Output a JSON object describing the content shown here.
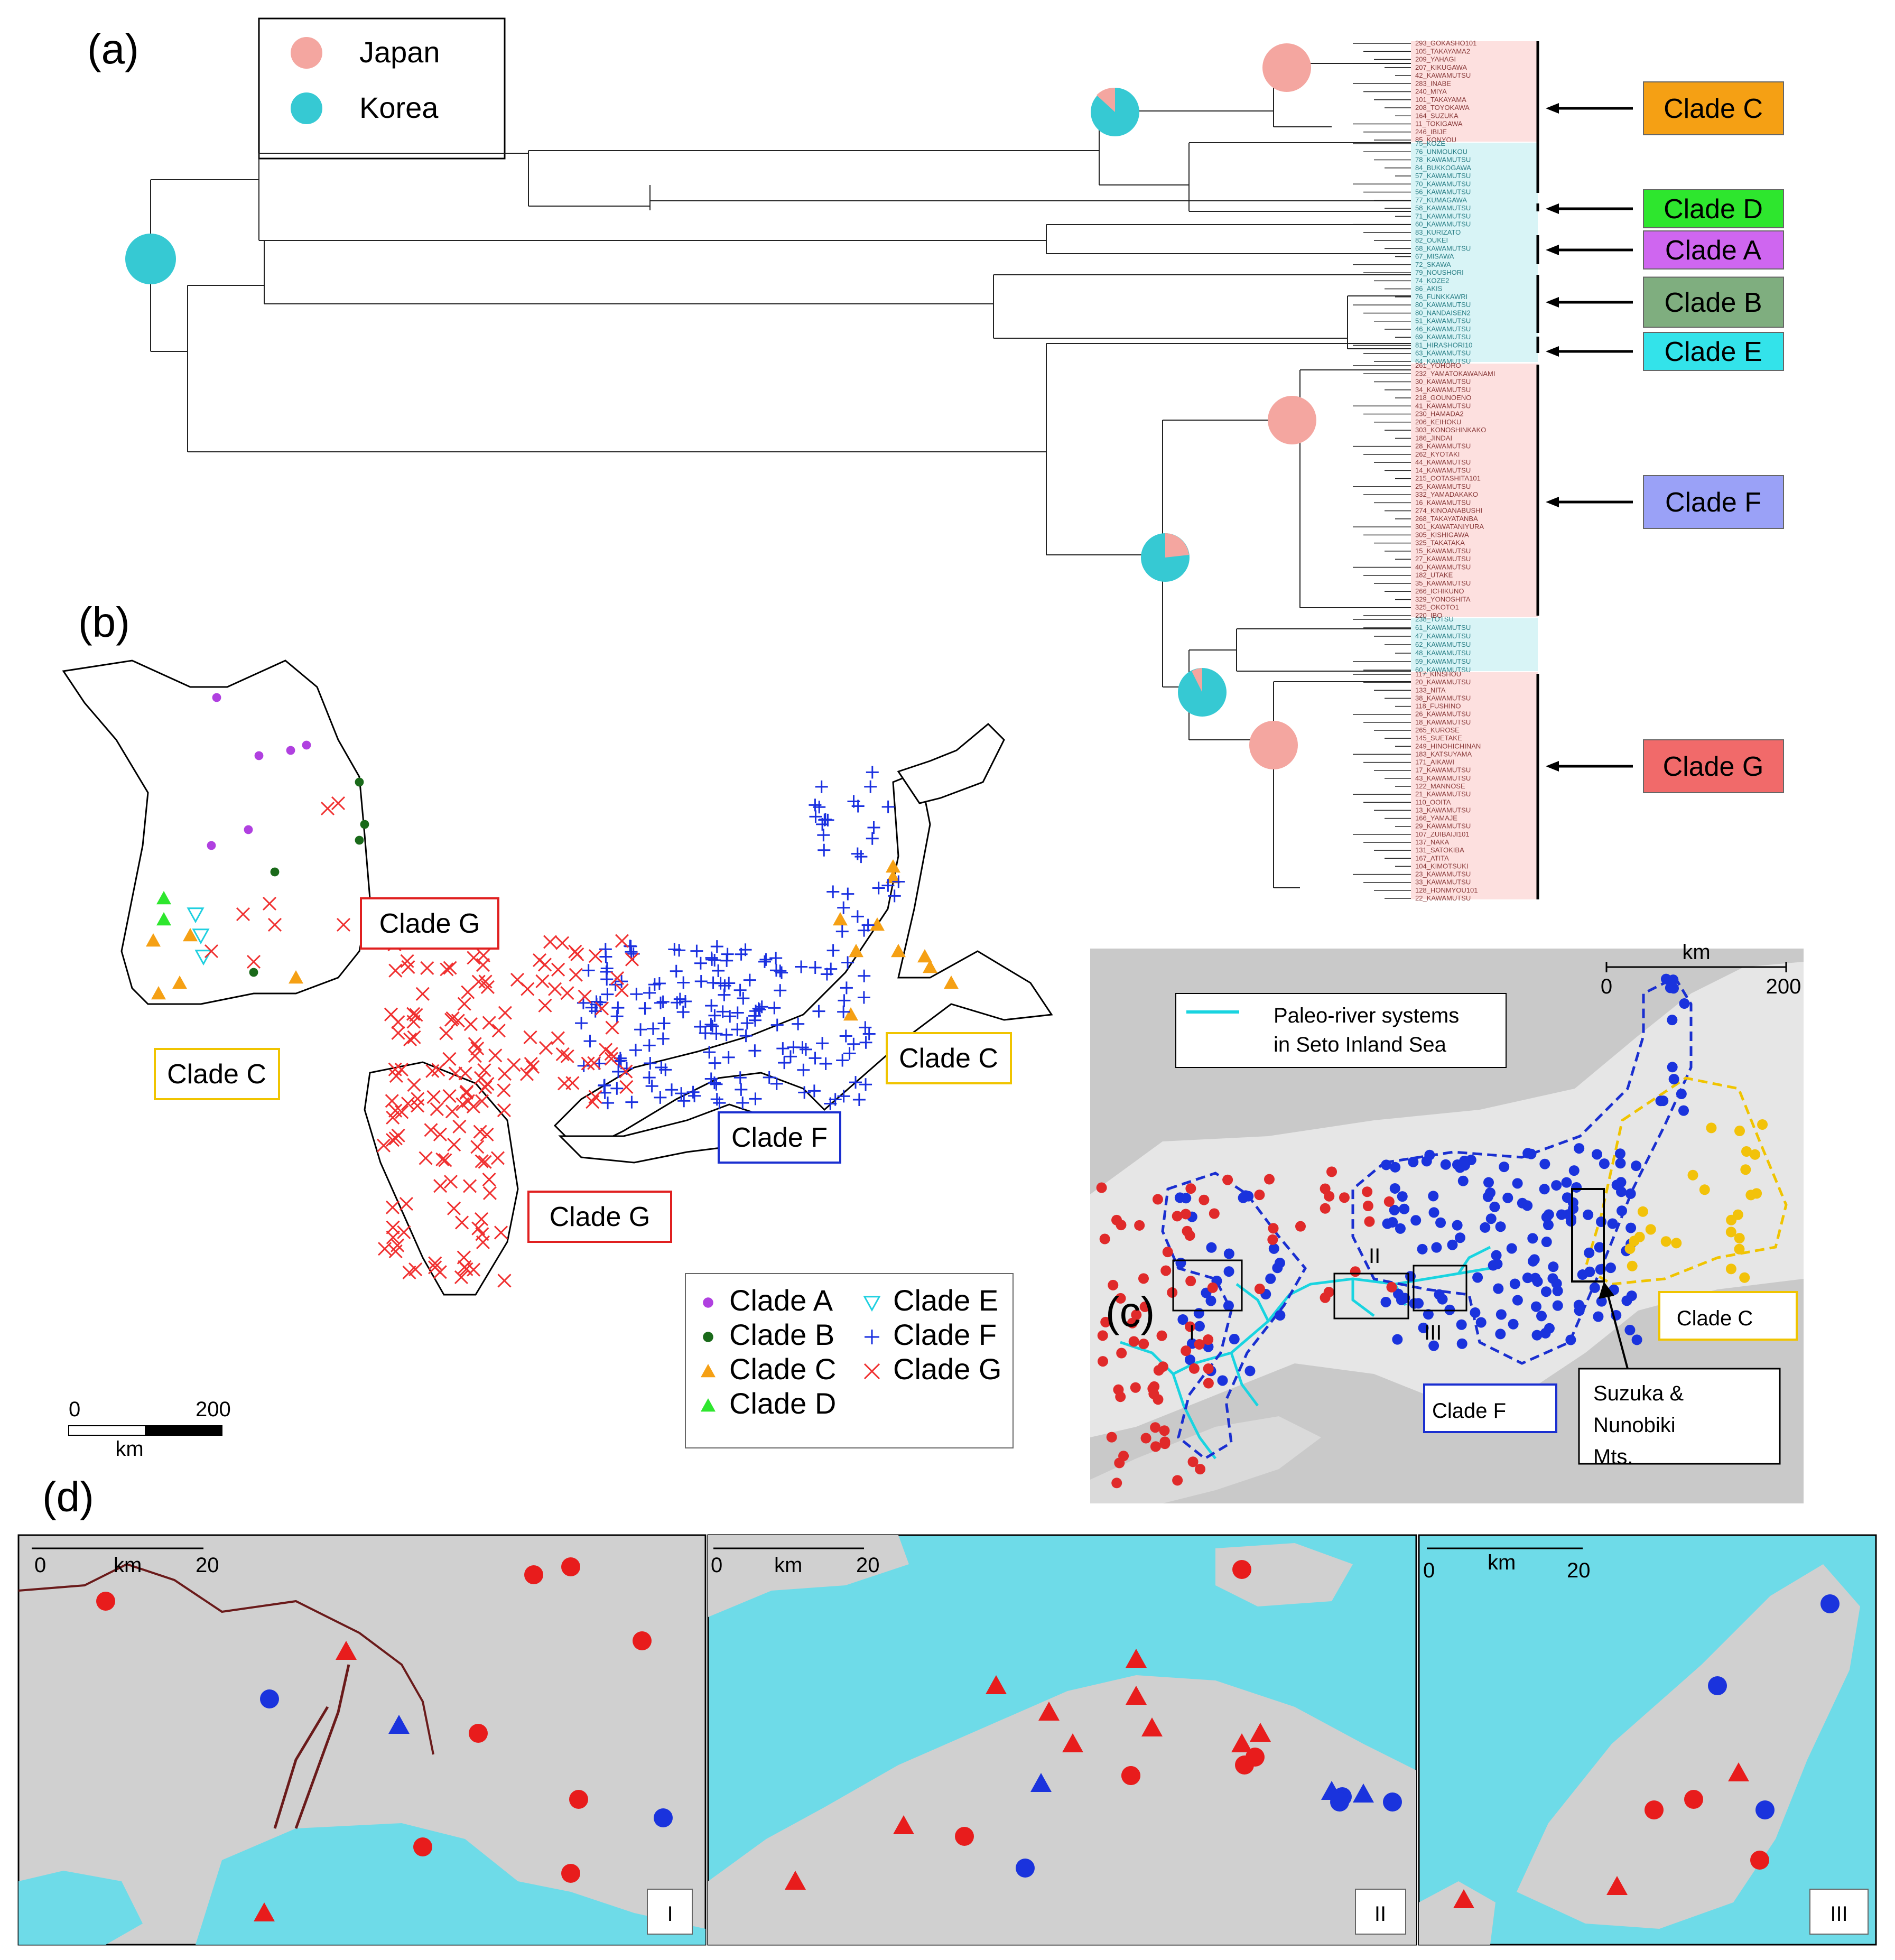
{
  "panels": {
    "a": "(a)",
    "b": "(b)",
    "c": "(c)",
    "d": "(d)"
  },
  "legend_a": [
    {
      "label": "Japan",
      "color": "#f4a6a0"
    },
    {
      "label": "Korea",
      "color": "#36c9d3"
    }
  ],
  "clade_labels_a": [
    {
      "label": "Clade C",
      "color": "#f5a014"
    },
    {
      "label": "Clade D",
      "color": "#2ee62e"
    },
    {
      "label": "Clade A",
      "color": "#cf66f0"
    },
    {
      "label": "Clade B",
      "color": "#7fae7f"
    },
    {
      "label": "Clade E",
      "color": "#33e3ea"
    },
    {
      "label": "Clade F",
      "color": "#9aa1f7"
    },
    {
      "label": "Clade G",
      "color": "#f16a6a"
    }
  ],
  "tips_top": [
    "293_GOKASHO101",
    "105_TAKAYAMA2",
    "209_YAHAGI",
    "207_KIKUGAWA",
    "42_KAWAMUTSU",
    "283_INABE",
    "240_MIYA",
    "101_TAKAYAMA",
    "208_TOYOKAWA",
    "164_SUZUKA",
    "11_TOKIGAWA",
    "246_IBIJE",
    "85_KONYOU"
  ],
  "tips_mid": [
    "75_KOZE",
    "76_UNMOUKOU",
    "78_KAWAMUTSU",
    "84_BUKKOGAWA",
    "57_KAWAMUTSU",
    "70_KAWAMUTSU",
    "56_KAWAMUTSU",
    "77_KUMAGAWA",
    "58_KAWAMUTSU",
    "71_KAWAMUTSU",
    "60_KAWAMUTSU",
    "83_KURIZATO",
    "82_OUKEI",
    "68_KAWAMUTSU",
    "67_MISAWA",
    "72_SKAWA",
    "79_NOUSHORI",
    "74_KOZE2",
    "86_AKIS",
    "76_FUNKKAWRI",
    "80_KAWAMUTSU",
    "80_NANDAISEN2",
    "51_KAWAMUTSU",
    "46_KAWAMUTSU",
    "69_KAWAMUTSU",
    "81_HIRASHORI10",
    "63_KAWAMUTSU",
    "64_KAWAMUTSU"
  ],
  "tips_f": [
    "261_YOHORO",
    "232_YAMATOKAWANAMI",
    "30_KAWAMUTSU",
    "34_KAWAMUTSU",
    "218_GOUNOENO",
    "41_KAWAMUTSU",
    "230_HAMADA2",
    "206_KEIHOKU",
    "303_KONOSHINKAKO",
    "186_JINDAI",
    "28_KAWAMUTSU",
    "262_KYOTAKI",
    "44_KAWAMUTSU",
    "14_KAWAMUTSU",
    "215_OOTASHITA101",
    "25_KAWAMUTSU",
    "332_YAMADAKAKO",
    "16_KAWAMUTSU",
    "274_KINOANABUSHI",
    "268_TAKAYATANBA",
    "301_KAWATANIYURA",
    "305_KISHIGAWA",
    "325_TAKATAKA",
    "15_KAWAMUTSU",
    "27_KAWAMUTSU",
    "40_KAWAMUTSU",
    "182_UTAKE",
    "35_KAWAMUTSU",
    "266_ICHIKUNO",
    "329_YONOSHITA",
    "325_OKOTO1",
    "220_IBO"
  ],
  "tips_k2": [
    "238_TOTSU",
    "61_KAWAMUTSU",
    "47_KAWAMUTSU",
    "62_KAWAMUTSU",
    "48_KAWAMUTSU",
    "59_KAWAMUTSU",
    "60_KAWAMUTSU"
  ],
  "tips_g": [
    "117_KINSHOU",
    "20_KAWAMUTSU",
    "133_NITA",
    "38_KAWAMUTSU",
    "118_FUSHINO",
    "26_KAWAMUTSU",
    "18_KAWAMUTSU",
    "265_KUROSE",
    "145_SUETAKE",
    "249_HINOHICHINAN",
    "183_KATSUYAMA",
    "171_AIKAWI",
    "17_KAWAMUTSU",
    "43_KAWAMUTSU",
    "122_MANNOSE",
    "21_KAWAMUTSU",
    "110_OOITA",
    "13_KAWAMUTSU",
    "166_YAMAJE",
    "29_KAWAMUTSU",
    "107_ZUIBAIJI101",
    "137_NAKA",
    "131_SATOKIBA",
    "167_ATITA",
    "104_KIMOTSUKI",
    "23_KAWAMUTSU",
    "33_KAWAMUTSU",
    "128_HONMYOU101",
    "22_KAWAMUTSU"
  ],
  "map_b": {
    "labels": [
      {
        "text": "Clade G",
        "color": "#e02020"
      },
      {
        "text": "Clade C",
        "color": "#f0c400"
      },
      {
        "text": "Clade F",
        "color": "#1a2fd0"
      },
      {
        "text": "Clade G",
        "color": "#e02020"
      }
    ],
    "legend": [
      {
        "label": "Clade A",
        "marker": "dot",
        "color": "#b040e0"
      },
      {
        "label": "Clade E",
        "marker": "tri-down",
        "color": "#20d0e0"
      },
      {
        "label": "Clade B",
        "marker": "dot",
        "color": "#1a6a1a"
      },
      {
        "label": "Clade F",
        "marker": "plus",
        "color": "#1a30e0"
      },
      {
        "label": "Clade C",
        "marker": "tri",
        "color": "#f5a014"
      },
      {
        "label": "Clade G",
        "marker": "x",
        "color": "#f03030"
      },
      {
        "label": "Clade D",
        "marker": "tri",
        "color": "#2ee62e"
      }
    ],
    "scale": {
      "zero": "0",
      "max": "200",
      "unit": "km"
    }
  },
  "map_c": {
    "legend_label_1": "Paleo-river systems",
    "legend_label_2": "in Seto Inland Sea",
    "scale": {
      "unit": "km",
      "zero": "0",
      "max": "200"
    },
    "clade_c": "Clade C",
    "clade_f": "Clade F",
    "mts_1": "Suzuka &",
    "mts_2": "Nunobiki",
    "mts_3": "Mts.",
    "roman": [
      "I",
      "II",
      "III"
    ]
  },
  "map_d": {
    "scale_unit": "km",
    "scale_zero": "0",
    "scale_max": "20",
    "panels": [
      "I",
      "II",
      "III"
    ]
  }
}
